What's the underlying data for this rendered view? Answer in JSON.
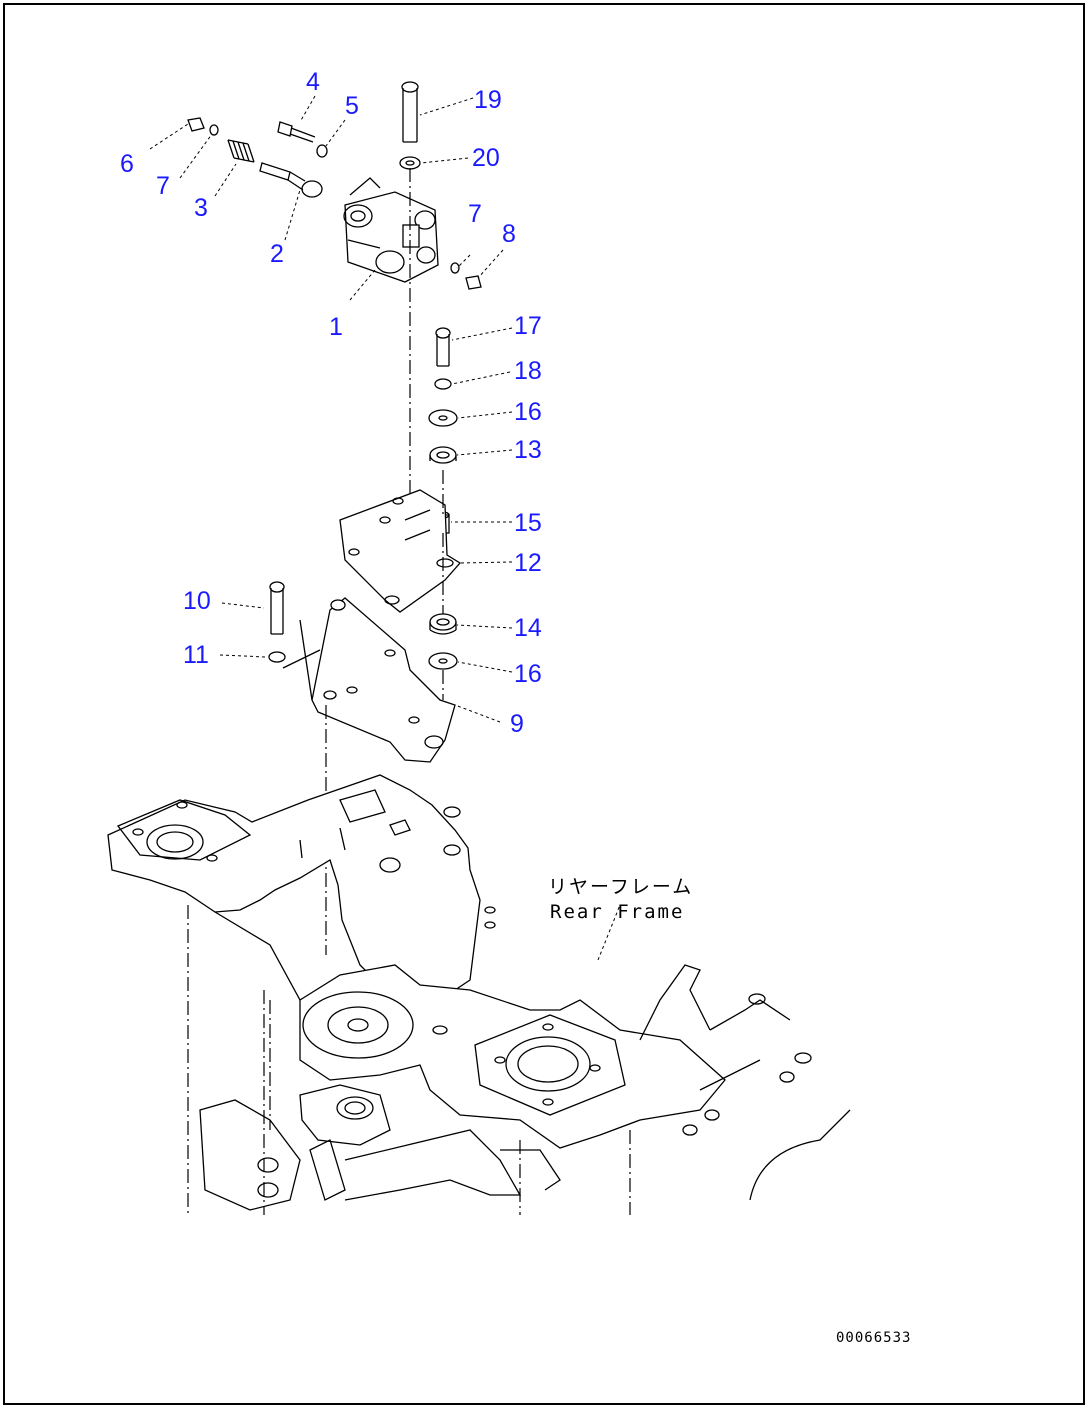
{
  "callouts": [
    {
      "id": "c1",
      "label": "1"
    },
    {
      "id": "c2",
      "label": "2"
    },
    {
      "id": "c3",
      "label": "3"
    },
    {
      "id": "c4",
      "label": "4"
    },
    {
      "id": "c5",
      "label": "5"
    },
    {
      "id": "c6",
      "label": "6"
    },
    {
      "id": "c7a",
      "label": "7"
    },
    {
      "id": "c7b",
      "label": "7"
    },
    {
      "id": "c8",
      "label": "8"
    },
    {
      "id": "c9",
      "label": "9"
    },
    {
      "id": "c10",
      "label": "10"
    },
    {
      "id": "c11",
      "label": "11"
    },
    {
      "id": "c12",
      "label": "12"
    },
    {
      "id": "c13",
      "label": "13"
    },
    {
      "id": "c14",
      "label": "14"
    },
    {
      "id": "c15",
      "label": "15"
    },
    {
      "id": "c16a",
      "label": "16"
    },
    {
      "id": "c16b",
      "label": "16"
    },
    {
      "id": "c17",
      "label": "17"
    },
    {
      "id": "c18",
      "label": "18"
    },
    {
      "id": "c19",
      "label": "19"
    },
    {
      "id": "c20",
      "label": "20"
    }
  ],
  "rear_frame_label_jp": "リヤーフレーム",
  "rear_frame_label_en": "Rear Frame",
  "drawing_number": "00066533",
  "colors": {
    "callout": "#1a1aff",
    "line": "#000000",
    "background": "#ffffff"
  }
}
